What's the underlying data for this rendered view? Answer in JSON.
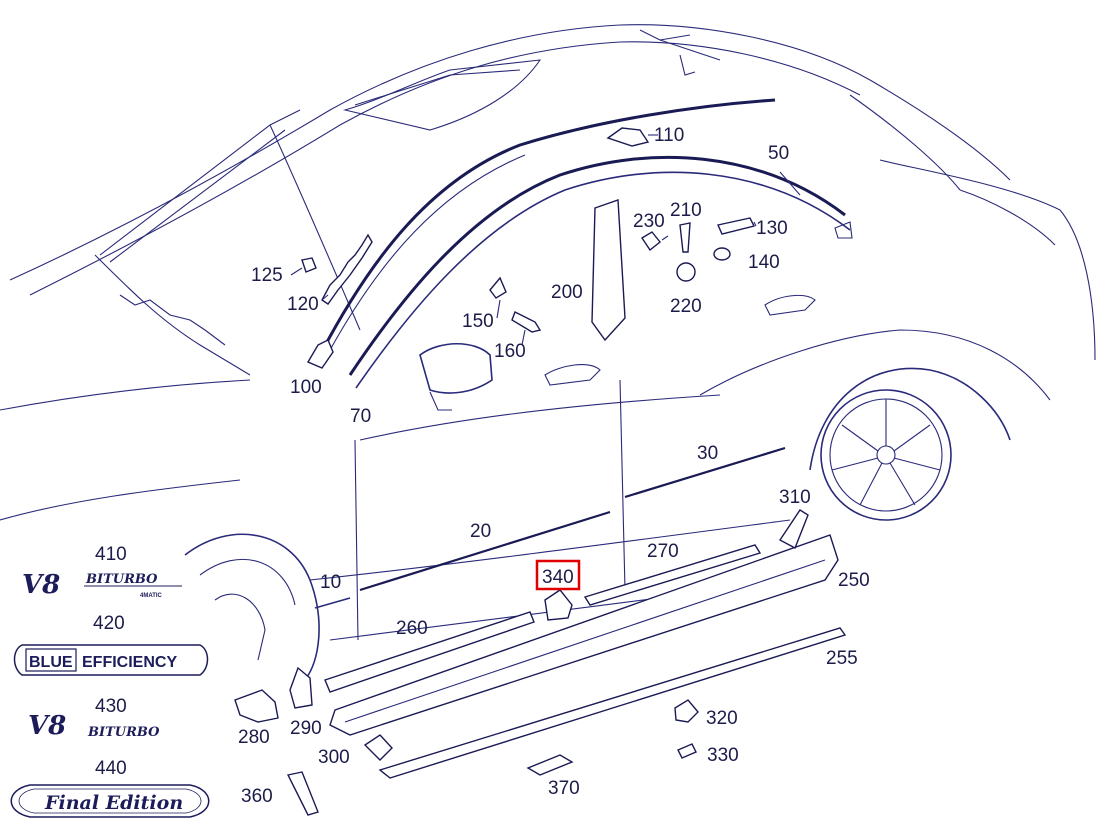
{
  "diagram": {
    "highlight_color": "#e00000",
    "line_color": "#2a2a7a",
    "labels": {
      "p10": "10",
      "p20": "20",
      "p30": "30",
      "p50": "50",
      "p70": "70",
      "p100": "100",
      "p110": "110",
      "p120": "120",
      "p125": "125",
      "p130": "130",
      "p140": "140",
      "p150": "150",
      "p160": "160",
      "p200": "200",
      "p210": "210",
      "p220": "220",
      "p230": "230",
      "p250": "250",
      "p255": "255",
      "p260": "260",
      "p270": "270",
      "p280": "280",
      "p290": "290",
      "p300": "300",
      "p310": "310",
      "p320": "320",
      "p330": "330",
      "p340": "340",
      "p360": "360",
      "p370": "370",
      "p410": "410",
      "p420": "420",
      "p430": "430",
      "p440": "440"
    },
    "badges": {
      "b410_main": "V8",
      "b410_sub": "BITURBO",
      "b410_small": "4MATIC",
      "b420_left": "BLUE",
      "b420_right": "EFFICIENCY",
      "b430_main": "V8",
      "b430_sub": "BITURBO",
      "b440_text": "Final Edition"
    }
  }
}
